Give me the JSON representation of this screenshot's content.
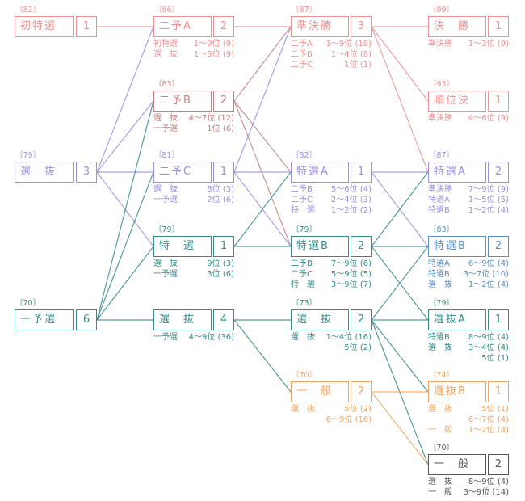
{
  "colors": {
    "pink": "#f09090",
    "rose": "#c28282",
    "purple": "#9d8fe0",
    "teal": "#358b8b",
    "blue": "#5b8fc6",
    "orange": "#f2a362",
    "black": "#555555"
  },
  "stages": [
    {
      "id": "hatsutokusen",
      "bracket": "〔82〕",
      "label": "初特選",
      "races": "1",
      "color": "pink",
      "col": 0,
      "row": 0,
      "sources": []
    },
    {
      "id": "senbatsu1",
      "bracket": "〔79〕",
      "label": "選　抜",
      "races": "3",
      "color": "purple",
      "col": 0,
      "row": 2,
      "sources": []
    },
    {
      "id": "ichiyosen",
      "bracket": "〔70〕",
      "label": "一予選",
      "races": "6",
      "color": "teal",
      "col": 0,
      "row": 4,
      "sources": []
    },
    {
      "id": "niyoA",
      "bracket": "〔86〕",
      "label": "二予A",
      "races": "2",
      "color": "pink",
      "col": 1,
      "row": 0,
      "sources": [
        {
          "from": "初特選",
          "detail": "1～9位 (9)"
        },
        {
          "from": "選　抜",
          "detail": "1～3位 (9)"
        }
      ]
    },
    {
      "id": "niyoB",
      "bracket": "〔83〕",
      "label": "二予B",
      "races": "2",
      "color": "rose",
      "col": 1,
      "row": 1,
      "sources": [
        {
          "from": "選　抜",
          "detail": "4～7位 (12)"
        },
        {
          "from": "一予選",
          "detail": "1位 (6)"
        }
      ]
    },
    {
      "id": "niyoC",
      "bracket": "〔81〕",
      "label": "二予C",
      "races": "1",
      "color": "purple",
      "col": 1,
      "row": 2,
      "sources": [
        {
          "from": "選　抜",
          "detail": "8位 (3)"
        },
        {
          "from": "一予選",
          "detail": "2位 (6)"
        }
      ]
    },
    {
      "id": "tokusen2",
      "bracket": "〔79〕",
      "label": "特　選",
      "races": "1",
      "color": "teal",
      "col": 1,
      "row": 3,
      "sources": [
        {
          "from": "選　抜",
          "detail": "9位 (3)"
        },
        {
          "from": "一予選",
          "detail": "3位 (6)"
        }
      ]
    },
    {
      "id": "senbatsu2",
      "bracket": "",
      "label": "選　抜",
      "races": "4",
      "color": "teal",
      "col": 1,
      "row": 4,
      "sources": [
        {
          "from": "一予選",
          "detail": "4～9位 (36)"
        }
      ]
    },
    {
      "id": "junkessho",
      "bracket": "〔87〕",
      "label": "準決勝",
      "races": "3",
      "color": "pink",
      "col": 2,
      "row": 0,
      "sources": [
        {
          "from": "二予A",
          "detail": "1～9位 (18)"
        },
        {
          "from": "二予B",
          "detail": "1～4位 (8)"
        },
        {
          "from": "二予C",
          "detail": "1位 (1)"
        }
      ]
    },
    {
      "id": "tokusenA3",
      "bracket": "〔82〕",
      "label": "特選A",
      "races": "1",
      "color": "purple",
      "col": 2,
      "row": 2,
      "sources": [
        {
          "from": "二予B",
          "detail": "5～6位 (4)"
        },
        {
          "from": "二予C",
          "detail": "2～4位 (3)"
        },
        {
          "from": "特　選",
          "detail": "1～2位 (2)"
        }
      ]
    },
    {
      "id": "tokusenB3",
      "bracket": "〔79〕",
      "label": "特選B",
      "races": "2",
      "color": "teal",
      "col": 2,
      "row": 3,
      "sources": [
        {
          "from": "二予B",
          "detail": "7～9位 (6)"
        },
        {
          "from": "二予C",
          "detail": "5～9位 (5)"
        },
        {
          "from": "特　選",
          "detail": "3～9位 (7)"
        }
      ]
    },
    {
      "id": "senbatsu3",
      "bracket": "〔73〕",
      "label": "選　抜",
      "races": "2",
      "color": "teal",
      "col": 2,
      "row": 4,
      "sources": [
        {
          "from": "選　抜",
          "detail": "1～4位 (16)"
        },
        {
          "from": "",
          "detail": "5位 (2)"
        }
      ]
    },
    {
      "id": "ippan3",
      "bracket": "〔70〕",
      "label": "一　般",
      "races": "2",
      "color": "orange",
      "col": 2,
      "row": 5,
      "sources": [
        {
          "from": "選　抜",
          "detail": "5位 (2)"
        },
        {
          "from": "",
          "detail": "6～9位 (16)"
        }
      ]
    },
    {
      "id": "kessho",
      "bracket": "〔99〕",
      "label": "決　勝",
      "races": "1",
      "color": "pink",
      "col": 3,
      "row": 0,
      "sources": [
        {
          "from": "準決勝",
          "detail": "1～3位 (9)"
        }
      ]
    },
    {
      "id": "junikessho",
      "bracket": "〔93〕",
      "label": "順位決",
      "races": "1",
      "color": "pink",
      "col": 3,
      "row": 1,
      "sources": [
        {
          "from": "準決勝",
          "detail": "4～6位 (9)"
        }
      ]
    },
    {
      "id": "tokusenA4",
      "bracket": "〔87〕",
      "label": "特選A",
      "races": "2",
      "color": "purple",
      "col": 3,
      "row": 2,
      "sources": [
        {
          "from": "準決勝",
          "detail": "7～9位 (9)"
        },
        {
          "from": "特選A",
          "detail": "1～5位 (5)"
        },
        {
          "from": "特選B",
          "detail": "1～2位 (4)"
        }
      ]
    },
    {
      "id": "tokusenB4",
      "bracket": "〔83〕",
      "label": "特選B",
      "races": "2",
      "color": "blue",
      "col": 3,
      "row": 3,
      "sources": [
        {
          "from": "特選A",
          "detail": "6～9位 (4)"
        },
        {
          "from": "特選B",
          "detail": "3～7位 (10)"
        },
        {
          "from": "選　抜",
          "detail": "1～2位 (4)"
        }
      ]
    },
    {
      "id": "senbatsuA4",
      "bracket": "〔79〕",
      "label": "選抜A",
      "races": "1",
      "color": "teal",
      "col": 3,
      "row": 4,
      "sources": [
        {
          "from": "特選B",
          "detail": "8～9位 (4)"
        },
        {
          "from": "選　抜",
          "detail": "3～4位 (4)"
        },
        {
          "from": "",
          "detail": "5位 (1)"
        }
      ]
    },
    {
      "id": "senbatsuB4",
      "bracket": "〔74〕",
      "label": "選抜B",
      "races": "1",
      "color": "orange",
      "col": 3,
      "row": 5,
      "sources": [
        {
          "from": "選　抜",
          "detail": "5位 (1)"
        },
        {
          "from": "",
          "detail": "6～7位 (4)"
        },
        {
          "from": "一　般",
          "detail": "1～2位 (4)"
        }
      ]
    },
    {
      "id": "ippan4",
      "bracket": "〔70〕",
      "label": "一　般",
      "races": "2",
      "color": "black",
      "col": 3,
      "row": 6,
      "sources": [
        {
          "from": "選　抜",
          "detail": "8～9位 (4)"
        },
        {
          "from": "一　般",
          "detail": "3～9位 (14)"
        }
      ]
    }
  ],
  "links": [
    {
      "from": "hatsutokusen",
      "to": "niyoA"
    },
    {
      "from": "senbatsu1",
      "to": "niyoA"
    },
    {
      "from": "senbatsu1",
      "to": "niyoB"
    },
    {
      "from": "senbatsu1",
      "to": "niyoC"
    },
    {
      "from": "senbatsu1",
      "to": "tokusen2"
    },
    {
      "from": "ichiyosen",
      "to": "niyoB"
    },
    {
      "from": "ichiyosen",
      "to": "niyoC"
    },
    {
      "from": "ichiyosen",
      "to": "tokusen2"
    },
    {
      "from": "ichiyosen",
      "to": "senbatsu2"
    },
    {
      "from": "niyoA",
      "to": "junkessho"
    },
    {
      "from": "niyoB",
      "to": "junkessho"
    },
    {
      "from": "niyoB",
      "to": "tokusenA3"
    },
    {
      "from": "niyoB",
      "to": "tokusenB3"
    },
    {
      "from": "niyoC",
      "to": "junkessho"
    },
    {
      "from": "niyoC",
      "to": "tokusenA3"
    },
    {
      "from": "niyoC",
      "to": "tokusenB3"
    },
    {
      "from": "tokusen2",
      "to": "tokusenA3"
    },
    {
      "from": "tokusen2",
      "to": "tokusenB3"
    },
    {
      "from": "senbatsu2",
      "to": "senbatsu3"
    },
    {
      "from": "senbatsu2",
      "to": "ippan3"
    },
    {
      "from": "junkessho",
      "to": "kessho"
    },
    {
      "from": "junkessho",
      "to": "junikessho"
    },
    {
      "from": "junkessho",
      "to": "tokusenA4"
    },
    {
      "from": "tokusenA3",
      "to": "tokusenA4"
    },
    {
      "from": "tokusenA3",
      "to": "tokusenB4"
    },
    {
      "from": "tokusenB3",
      "to": "tokusenA4"
    },
    {
      "from": "tokusenB3",
      "to": "tokusenB4"
    },
    {
      "from": "tokusenB3",
      "to": "senbatsuA4"
    },
    {
      "from": "senbatsu3",
      "to": "tokusenB4"
    },
    {
      "from": "senbatsu3",
      "to": "senbatsuA4"
    },
    {
      "from": "senbatsu3",
      "to": "senbatsuB4"
    },
    {
      "from": "senbatsu3",
      "to": "ippan4"
    },
    {
      "from": "ippan3",
      "to": "senbatsuB4"
    },
    {
      "from": "ippan3",
      "to": "ippan4"
    }
  ]
}
